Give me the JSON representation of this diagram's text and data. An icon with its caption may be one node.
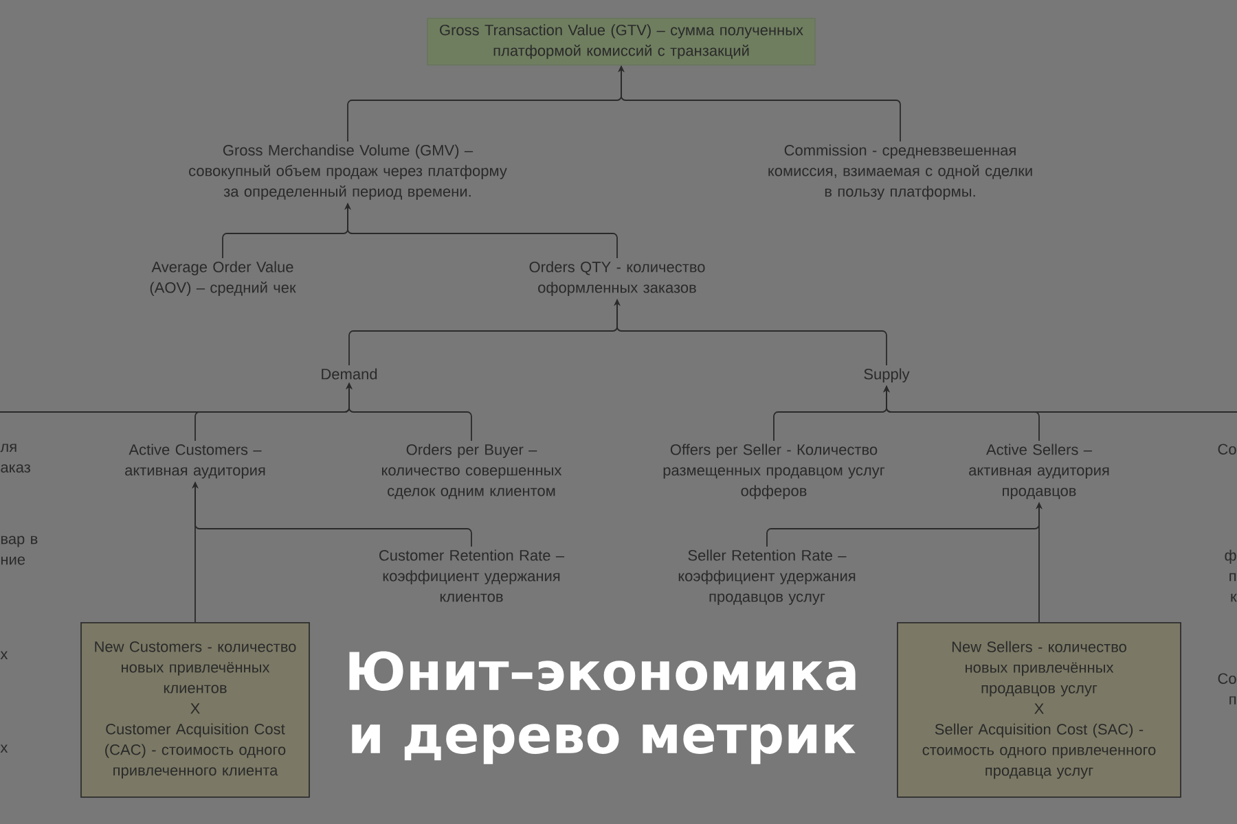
{
  "diagram": {
    "title": "Юнит–экономика и дерево метрик",
    "nodes": [
      {
        "text": [
          "Gross Transaction Value (GTV) – сумма полученных платформой комиссий с транзакций"
        ]
      },
      {
        "text": [
          "Gross Merchandise Volume (GMV) – совокупный объем продаж через платформу за определенный период времени."
        ]
      },
      {
        "text": [
          "Commission - средневзвешенная комиссия, взимаемая с одной сделки в пользу платформы."
        ]
      },
      {
        "text": [
          "Average Order Value (AOV) – средний чек"
        ]
      },
      {
        "text": [
          "Orders QTY - количество оформленных заказов"
        ]
      },
      {
        "text": [
          "Demand"
        ]
      },
      {
        "text": [
          "Supply"
        ]
      },
      {
        "text": [
          "Active Customers – активная аудитория"
        ]
      },
      {
        "text": [
          "Orders per Buyer – количество совершенных сделок одним клиентом"
        ]
      },
      {
        "text": [
          "Offers per Seller - Количество размещенных продавцом услуг офферов"
        ]
      },
      {
        "text": [
          "Active Sellers – активная аудитория продавцов"
        ]
      },
      {
        "text": [
          "Customer Retention Rate – коэффициент удержания клиентов"
        ]
      },
      {
        "text": [
          "Seller Retention Rate – коэффициент удержания продавцов услуг"
        ]
      },
      {
        "text": [
          "New Customers - количество новых привлечённых клиентов",
          "X",
          "Customer Acquisition Cost (CAC) - стоимость одного привлеченного клиента"
        ]
      },
      {
        "text": [
          "New Sellers - количество новых привлечённых продавцов услуг",
          "X",
          "Seller Acquisition Cost (SAC) - стоимость одного привлеченного продавца услуг"
        ]
      }
    ],
    "edges": [
      {
        "from": 1,
        "to": 0,
        "arrow": "to"
      },
      {
        "from": 2,
        "to": 0,
        "arrow": "to"
      },
      {
        "from": 3,
        "to": 1,
        "arrow": "to"
      },
      {
        "from": 4,
        "to": 1,
        "arrow": "to"
      },
      {
        "from": 5,
        "to": 4,
        "arrow": "to"
      },
      {
        "from": 6,
        "to": 4,
        "arrow": "to"
      },
      {
        "from": null,
        "to": 5,
        "arrow": "to"
      },
      {
        "from": 7,
        "to": 5,
        "arrow": "to"
      },
      {
        "from": 8,
        "to": 5,
        "arrow": "to"
      },
      {
        "from": 9,
        "to": 6,
        "arrow": "to"
      },
      {
        "from": 10,
        "to": 6,
        "arrow": "to"
      },
      {
        "from": null,
        "to": 6,
        "arrow": "to"
      },
      {
        "from": 11,
        "to": 7,
        "arrow": "to"
      },
      {
        "from": 13,
        "to": 7,
        "arrow": "to"
      },
      {
        "from": 12,
        "to": 10,
        "arrow": "to"
      },
      {
        "from": 14,
        "to": 10,
        "arrow": "to"
      }
    ],
    "labels": [
      "ля аказ",
      "вар в ние",
      "х",
      "х",
      "Co",
      "ф п к",
      "Co п"
    ]
  }
}
